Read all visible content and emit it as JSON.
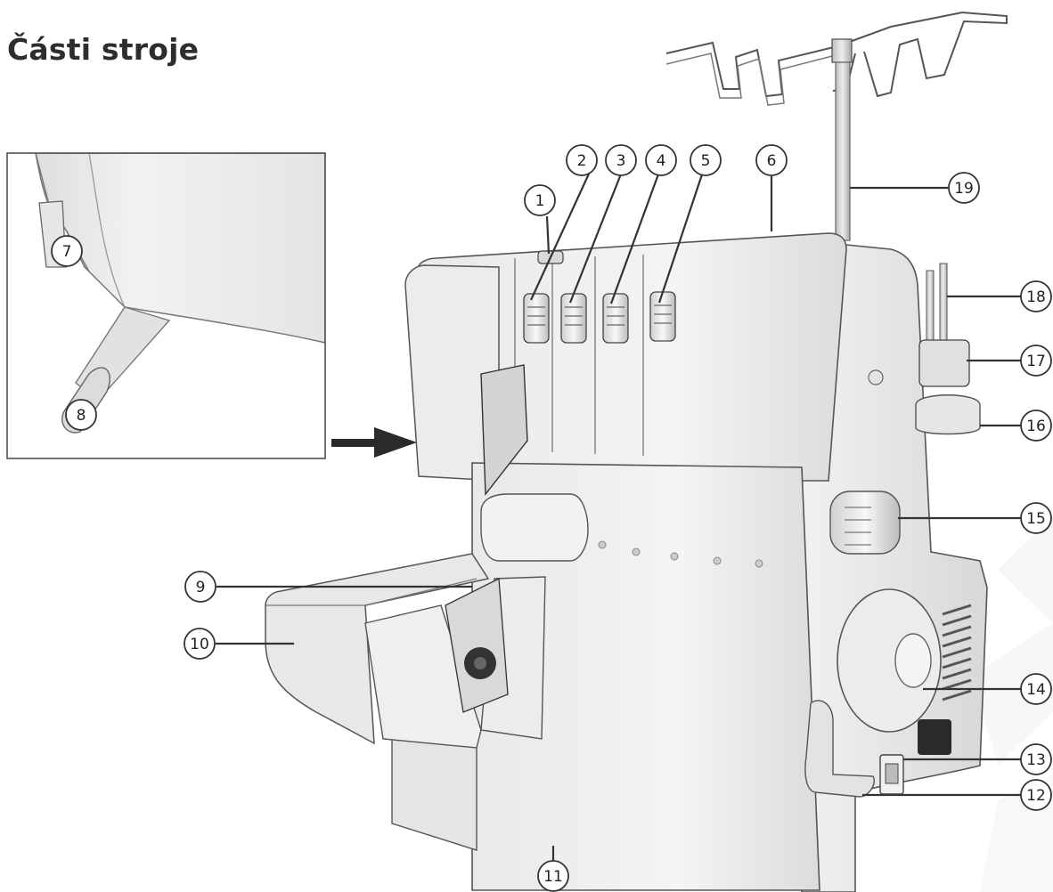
{
  "page": {
    "title": "Části stroje"
  },
  "callouts": [
    {
      "id": "c1",
      "number": "1"
    },
    {
      "id": "c2",
      "number": "2"
    },
    {
      "id": "c3",
      "number": "3"
    },
    {
      "id": "c4",
      "number": "4"
    },
    {
      "id": "c5",
      "number": "5"
    },
    {
      "id": "c6",
      "number": "6"
    },
    {
      "id": "c7",
      "number": "7"
    },
    {
      "id": "c8",
      "number": "8"
    },
    {
      "id": "c9",
      "number": "9"
    },
    {
      "id": "c10",
      "number": "10"
    },
    {
      "id": "c11",
      "number": "11"
    },
    {
      "id": "c12",
      "number": "12"
    },
    {
      "id": "c13",
      "number": "13"
    },
    {
      "id": "c14",
      "number": "14"
    },
    {
      "id": "c15",
      "number": "15"
    },
    {
      "id": "c16",
      "number": "16"
    },
    {
      "id": "c17",
      "number": "17"
    },
    {
      "id": "c18",
      "number": "18"
    },
    {
      "id": "c19",
      "number": "19"
    }
  ]
}
